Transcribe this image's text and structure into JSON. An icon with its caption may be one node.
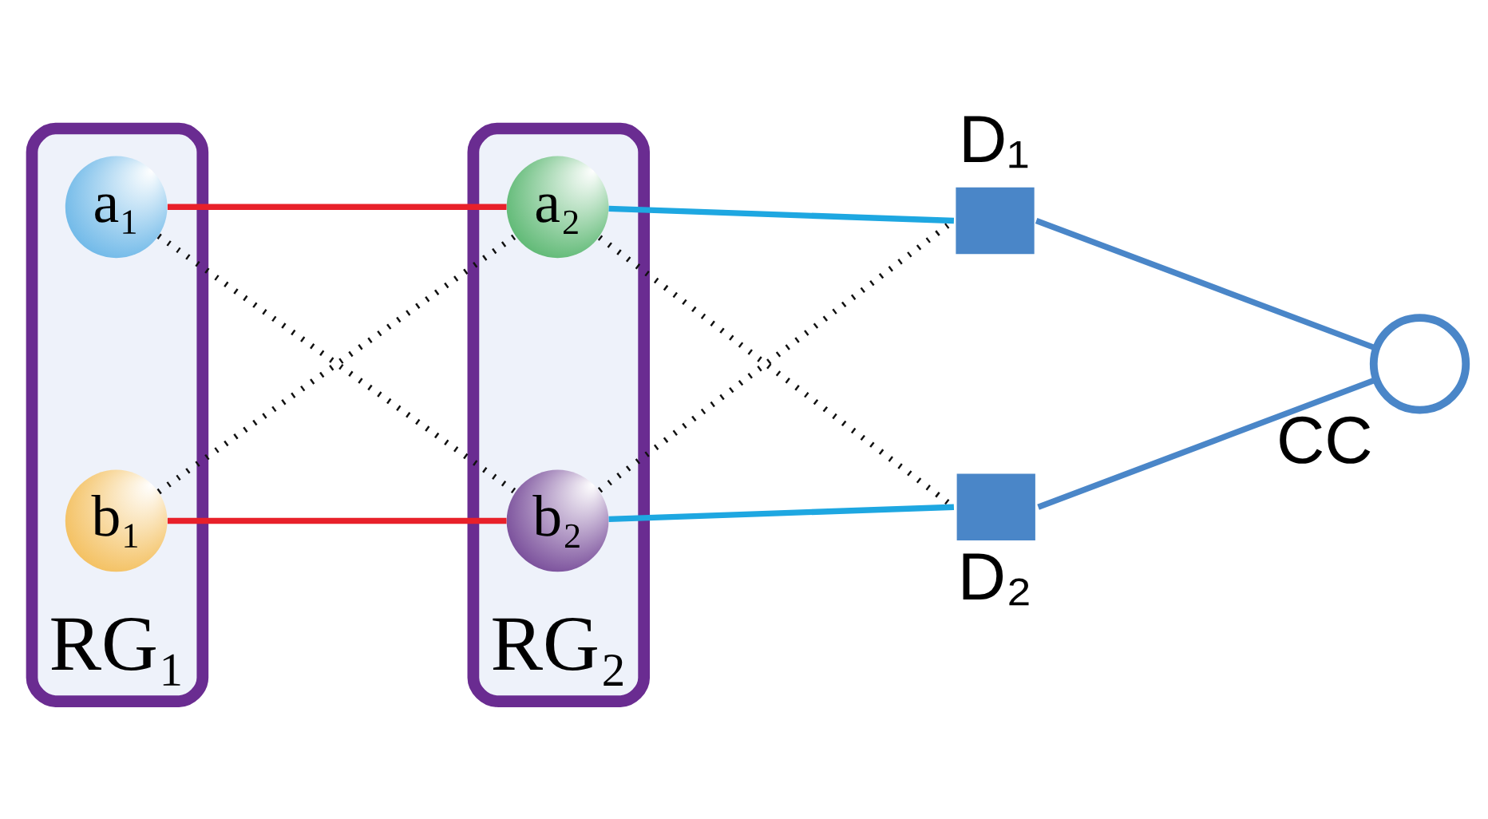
{
  "diagram": {
    "nodes": [
      {
        "text": [
          "RG₁"
        ]
      },
      {
        "text": [
          "a₁"
        ],
        "in": 0
      },
      {
        "text": [
          "b₁"
        ],
        "in": 0
      },
      {
        "text": [
          "RG₂"
        ]
      },
      {
        "text": [
          "a₂"
        ],
        "in": 3
      },
      {
        "text": [
          "b₂"
        ],
        "in": 3
      },
      {
        "text": [
          "D₁"
        ]
      },
      {
        "text": [
          "D₂"
        ]
      },
      {
        "text": [
          "CC"
        ]
      }
    ],
    "edges": [
      {
        "from": 1,
        "to": 4,
        "arrow": "none",
        "color": "#e8202a"
      },
      {
        "from": 1,
        "to": 5,
        "arrow": "none",
        "style": "dashed"
      },
      {
        "from": 2,
        "to": 4,
        "arrow": "none",
        "style": "dashed"
      },
      {
        "from": 2,
        "to": 5,
        "arrow": "none",
        "color": "#e8202a"
      },
      {
        "from": 4,
        "to": 6,
        "arrow": "none",
        "color": "#1ea7e1"
      },
      {
        "from": 4,
        "to": 7,
        "arrow": "none",
        "style": "dashed"
      },
      {
        "from": 5,
        "to": 6,
        "arrow": "none",
        "style": "dashed"
      },
      {
        "from": 5,
        "to": 7,
        "arrow": "none",
        "color": "#1ea7e1"
      },
      {
        "from": 6,
        "to": 8,
        "arrow": "none",
        "color": "#4a86c8"
      },
      {
        "from": 7,
        "to": 8,
        "arrow": "none",
        "color": "#4a86c8"
      }
    ]
  }
}
